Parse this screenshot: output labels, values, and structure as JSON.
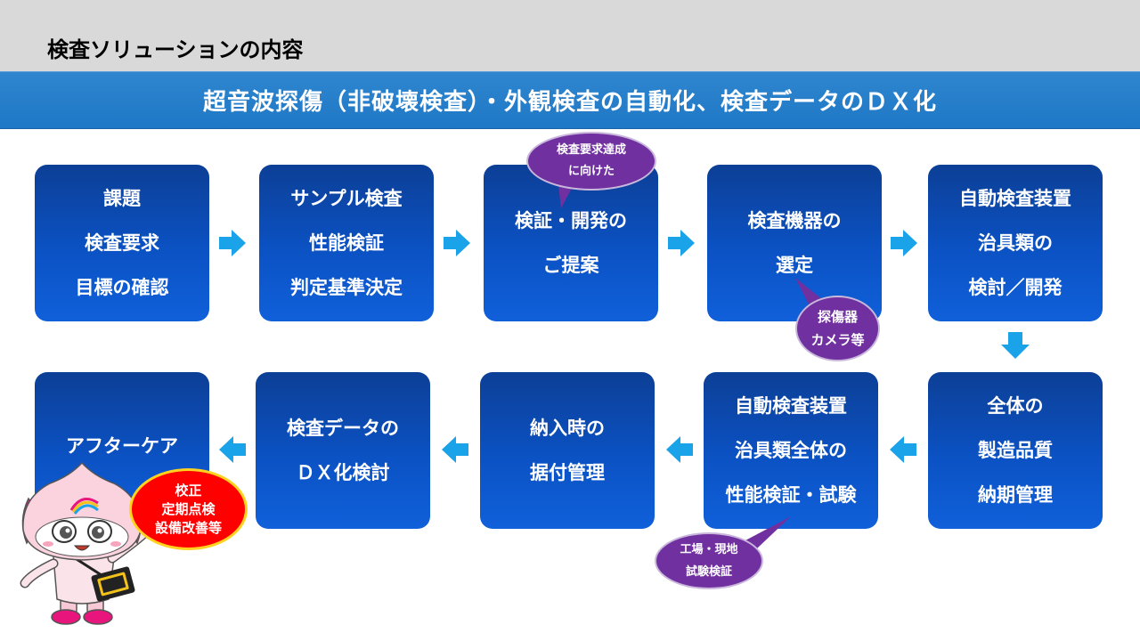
{
  "header": {
    "title": "検査ソリューションの内容"
  },
  "banner": {
    "text": "超音波探傷（非破壊検査）・外観検査の自動化、検査データのＤＸ化"
  },
  "steps": [
    {
      "lines": [
        "課題",
        "検査要求",
        "目標の確認"
      ]
    },
    {
      "lines": [
        "サンプル検査",
        "性能検証",
        "判定基準決定"
      ]
    },
    {
      "lines": [
        "検証・開発の",
        "ご提案"
      ]
    },
    {
      "lines": [
        "検査機器の",
        "選定"
      ]
    },
    {
      "lines": [
        "自動検査装置",
        "治具類の",
        "検討／開発"
      ]
    },
    {
      "lines": [
        "全体の",
        "製造品質",
        "納期管理"
      ]
    },
    {
      "lines": [
        "自動検査装置",
        "治具類全体の",
        "性能検証・試験"
      ]
    },
    {
      "lines": [
        "納入時の",
        "据付管理"
      ]
    },
    {
      "lines": [
        "検査データの",
        "ＤＸ化検討"
      ]
    },
    {
      "lines": [
        "アフターケア"
      ]
    }
  ],
  "callouts": {
    "proposal": [
      "検査要求達成",
      "に向けた"
    ],
    "equipment": [
      "探傷器",
      "カメラ等"
    ],
    "testing": [
      "工場・現地",
      "試験検証"
    ],
    "aftercare": [
      "校正",
      "定期点検",
      "設備改善等"
    ]
  },
  "colors": {
    "box": "#0b52c4",
    "arrow": "#1aa3e8",
    "callout": "#7030a0",
    "banner": "#2f86cf",
    "alert": "#ff0000"
  },
  "icons": {
    "flow_arrow": "arrow-icon",
    "mascot": "mascot-character"
  }
}
